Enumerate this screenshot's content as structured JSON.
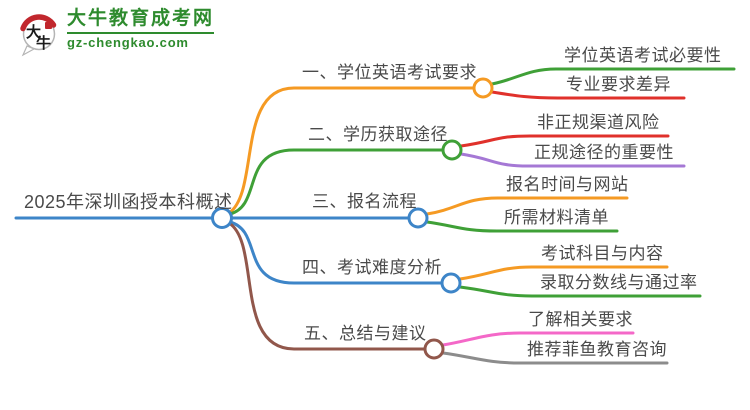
{
  "colors": {
    "blue": "#3d85c8",
    "orange": "#f59a23",
    "green": "#3fa037",
    "red": "#e0312b",
    "purple": "#a578d5",
    "brown": "#91574b",
    "pink": "#f468c8",
    "gray": "#8c8c8c",
    "logo_green": "#2e8b2e",
    "text": "#4a4a4a"
  },
  "logo": {
    "icon_char1": "大",
    "icon_char2": "牛",
    "title": "大牛教育成考网",
    "domain": "gz-chengkao.com"
  },
  "mindmap": {
    "root": {
      "label": "2025年深圳函授本科概述"
    },
    "branches": [
      {
        "label": "一、学位英语考试要求",
        "children": [
          "学位英语考试必要性",
          "专业要求差异"
        ]
      },
      {
        "label": "二、学历获取途径",
        "children": [
          "非正规渠道风险",
          "正规途径的重要性"
        ]
      },
      {
        "label": "三、报名流程",
        "children": [
          "报名时间与网站",
          "所需材料清单"
        ]
      },
      {
        "label": "四、考试难度分析",
        "children": [
          "考试科目与内容",
          "录取分数线与通过率"
        ]
      },
      {
        "label": "五、总结与建议",
        "children": [
          "了解相关要求",
          "推荐菲鱼教育咨询"
        ]
      }
    ]
  }
}
